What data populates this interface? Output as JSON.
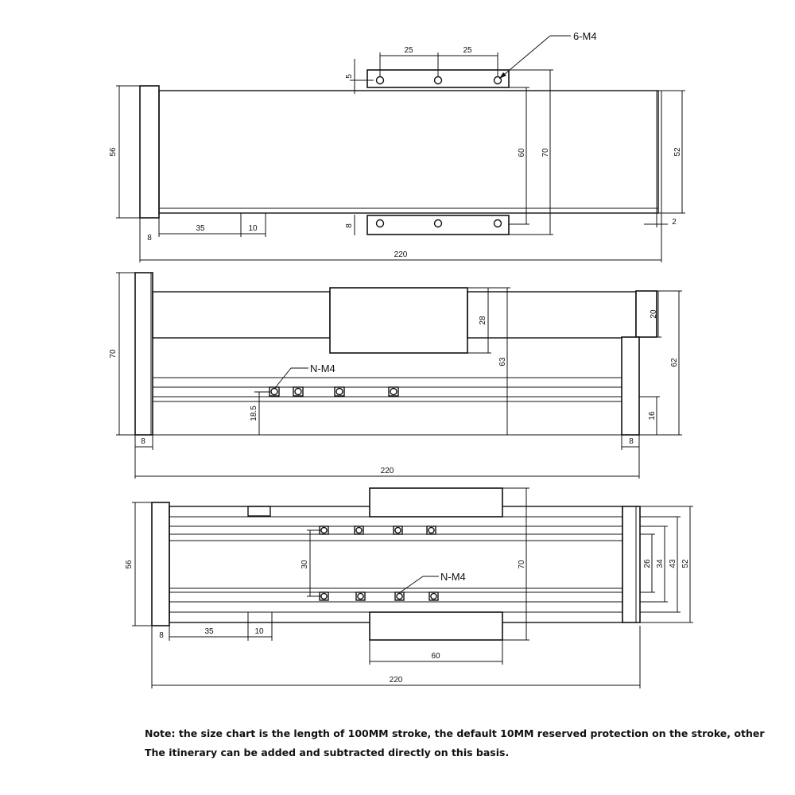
{
  "view_top": {
    "d_56": "56",
    "d_8": "8",
    "d_35": "35",
    "d_10": "10",
    "d_220": "220",
    "d_25a": "25",
    "d_25b": "25",
    "d_5": "5",
    "d_8b": "8",
    "d_60": "60",
    "d_70": "70",
    "d_52": "52",
    "d_2": "2",
    "callout": "6-M4"
  },
  "view_side": {
    "d_70": "70",
    "d_8a": "8",
    "d_8b": "8",
    "d_220": "220",
    "d_28": "28",
    "d_63": "63",
    "d_20": "20",
    "d_62": "62",
    "d_16": "16",
    "d_185": "18.5",
    "callout": "N-M4"
  },
  "view_bottom": {
    "d_56": "56",
    "d_8": "8",
    "d_35": "35",
    "d_10": "10",
    "d_60": "60",
    "d_220": "220",
    "d_30": "30",
    "d_70": "70",
    "d_26": "26",
    "d_34": "34",
    "d_43": "43",
    "d_52": "52",
    "callout": "N-M4"
  },
  "note": {
    "line1": "Note: the size chart is the length of 100MM stroke, the default 10MM reserved protection on the stroke, other",
    "line2": "The itinerary can be added and subtracted directly on this basis."
  }
}
